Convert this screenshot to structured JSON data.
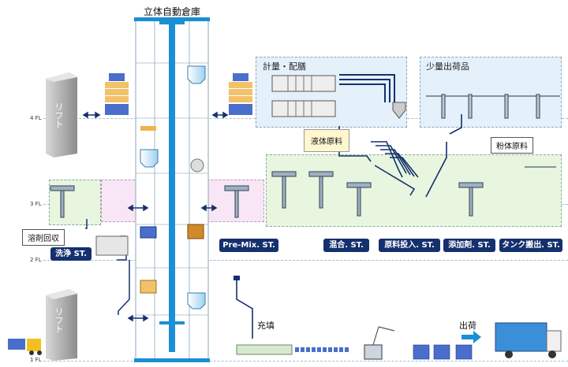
{
  "title": "立体自動倉庫",
  "floors": {
    "f4": "4 FL",
    "f3": "3 FL",
    "f2": "2 FL",
    "f1": "1 FL"
  },
  "lift_labels": {
    "upper": "リフト",
    "lower": "リフト"
  },
  "zones": {
    "weighing": "計量・配膳",
    "small_shipment": "少量出荷品"
  },
  "tags": {
    "liquid": "液体原料",
    "powder": "粉体原料",
    "solvent_recovery": "溶剤回収"
  },
  "stations": {
    "wash": "洗浄 ST.",
    "premix": "Pre-Mix. ST.",
    "mix": "混合. ST.",
    "feed": "原料投入. ST.",
    "additive": "添加剤. ST.",
    "tank_out": "タンク搬出. ST."
  },
  "labels": {
    "filling": "充填",
    "shipping": "出荷"
  },
  "colors": {
    "tower_blue": "#1b8fd6",
    "station_navy": "#14306e",
    "zone_blue": "#e4f0fa",
    "zone_green": "#e8f6df",
    "zone_pink": "#f8e6f6"
  }
}
